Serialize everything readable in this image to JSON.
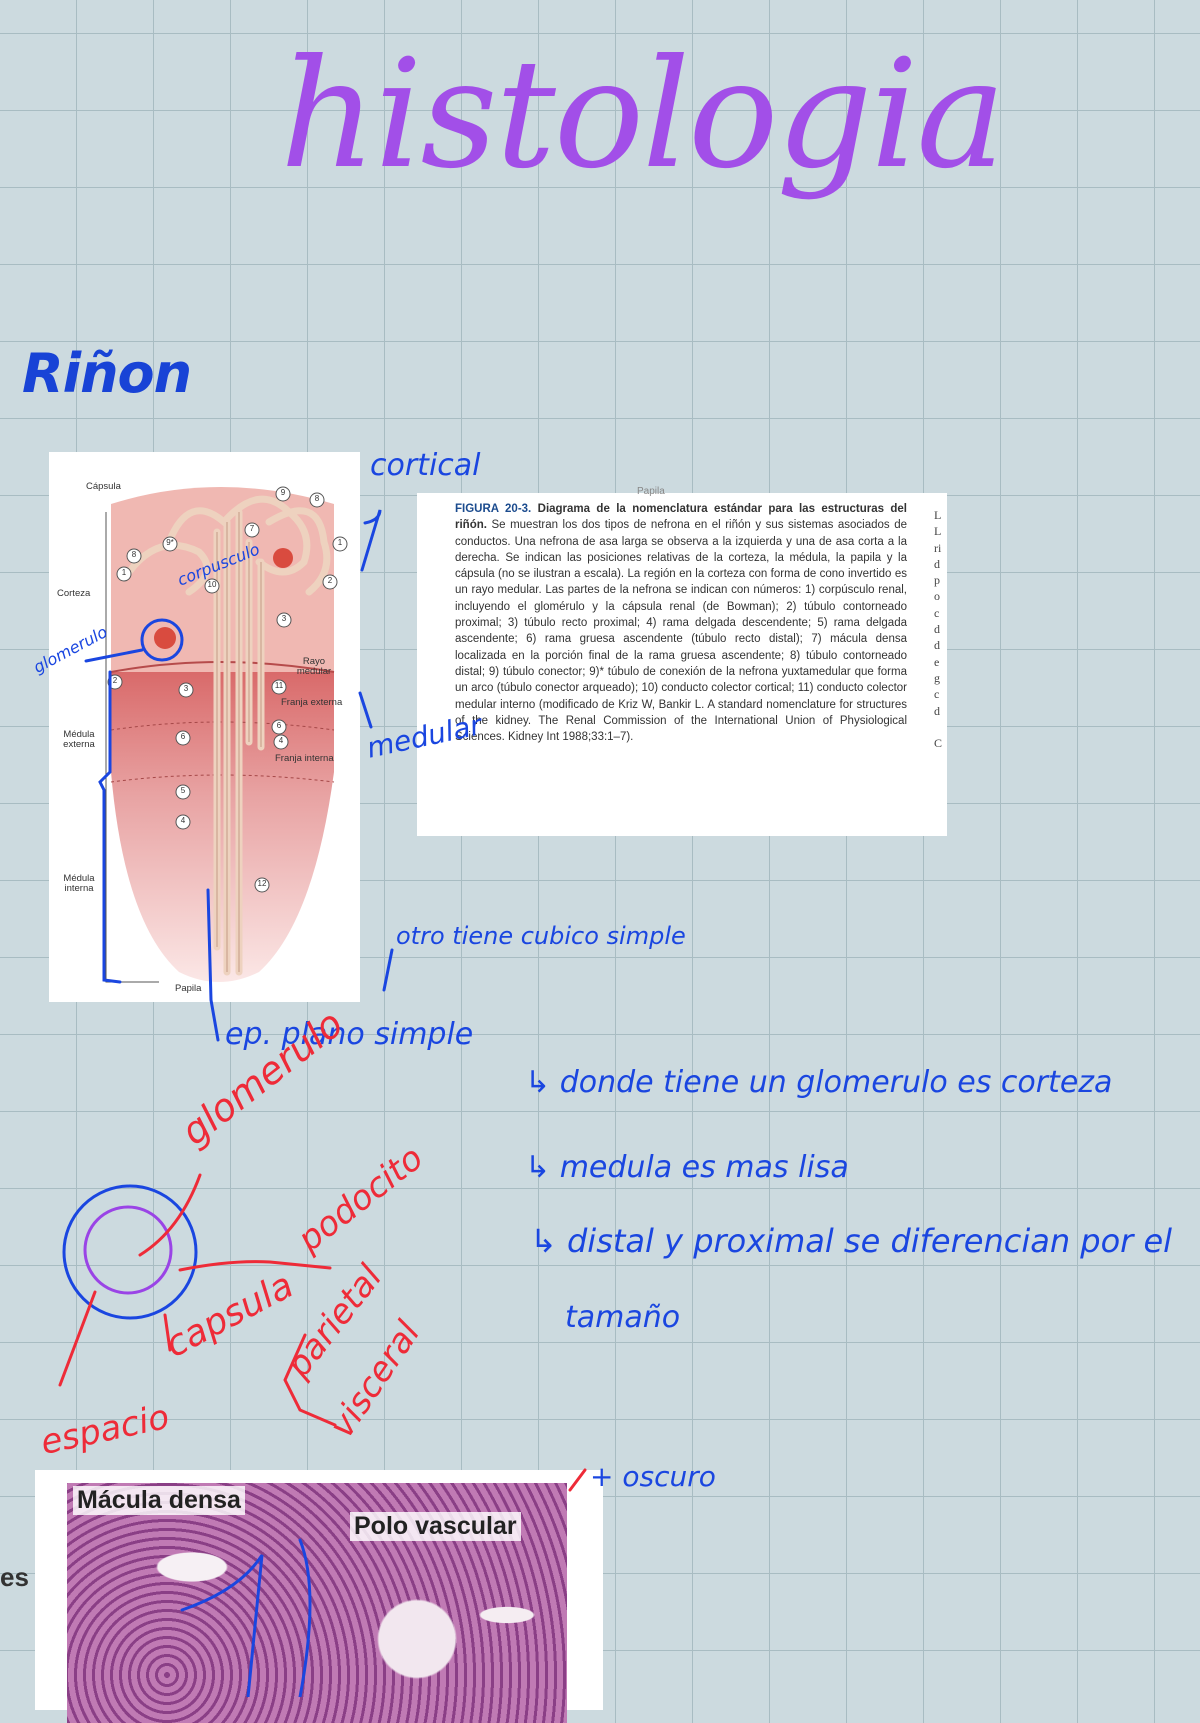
{
  "title": "histologia",
  "section": "Riñon",
  "annotations": {
    "cortical": "cortical",
    "medular": "medular",
    "corpusculo": "corpusculo",
    "glomerulo_small": "glomerulo",
    "otro": "otro tiene cubico simple",
    "ep_plano": "ep. plano simple",
    "note1": "donde tiene un glomerulo es corteza",
    "note2": "medula es mas lisa",
    "note3": "distal y proximal se diferencian por el",
    "note3b": "tamaño",
    "mas_oscuro": "+ oscuro"
  },
  "sketch": {
    "glomerulo": "glomerulo",
    "podocito": "podocito",
    "capsula": "capsula",
    "parietal": "parietal",
    "visceral": "visceral",
    "espacio": "espacio"
  },
  "diagram": {
    "labels": {
      "capsula": "Cápsula",
      "corteza": "Corteza",
      "medula_externa": "Médula externa",
      "medula_interna": "Médula interna",
      "papila": "Papila",
      "rayo_medular": "Rayo medular",
      "franja_externa": "Franja externa",
      "franja_interna": "Franja interna"
    },
    "numbers": [
      "9",
      "8",
      "9*",
      "7",
      "1",
      "8",
      "1",
      "10",
      "3",
      "2",
      "2",
      "3",
      "11",
      "6",
      "4",
      "6",
      "5",
      "4",
      "12"
    ]
  },
  "caption": {
    "fig_label": "FIGURA 20-3.",
    "fig_title": "Diagrama de la nomenclatura estándar para las estructuras del riñón.",
    "body": "Se muestran los dos tipos de nefrona en el riñón y sus sistemas asociados de conductos. Una nefrona de asa larga se observa a la izquierda y una de asa corta a la derecha. Se indican las posiciones relativas de la corteza, la médula, la papila y la cápsula (no se ilustran a escala). La región en la corteza con forma de cono invertido es un rayo medular. Las partes de la nefrona se indican con números: 1) corpúsculo renal, incluyendo el glomérulo y la cápsula renal (de Bowman); 2) túbulo contorneado proximal; 3) túbulo recto proximal; 4) rama delgada descendente; 5) rama delgada ascendente; 6) rama gruesa ascendente (túbulo recto distal); 7) mácula densa localizada en la porción final de la rama gruesa ascendente; 8) túbulo contorneado distal; 9) túbulo conector; 9)* túbulo de conexión de la nefrona yuxtamedular que forma un arco (túbulo conector arqueado); 10) conducto colector cortical; 11) conducto colector medular interno (modificado de Kriz W, Bankir L. A standard nomenclature for structures of the kidney. The Renal Commission of the International Union of Physiological Sciences. Kidney Int 1988;33:1–7).",
    "top_fragment": "Papila",
    "right_clip": "L\nL\nri\nd\np\no\nc\nd\nd\ne\ng\nc\nd\n\nC"
  },
  "micrograph": {
    "label1": "Mácula densa",
    "label2": "Polo vascular",
    "edge_text": "es"
  },
  "colors": {
    "background": "#ccdadf",
    "grid": "#a8bcc2",
    "title": "#a24fe8",
    "ink_blue": "#1a46e0",
    "ink_red": "#ee2b38",
    "ink_purple": "#9a44e6"
  }
}
